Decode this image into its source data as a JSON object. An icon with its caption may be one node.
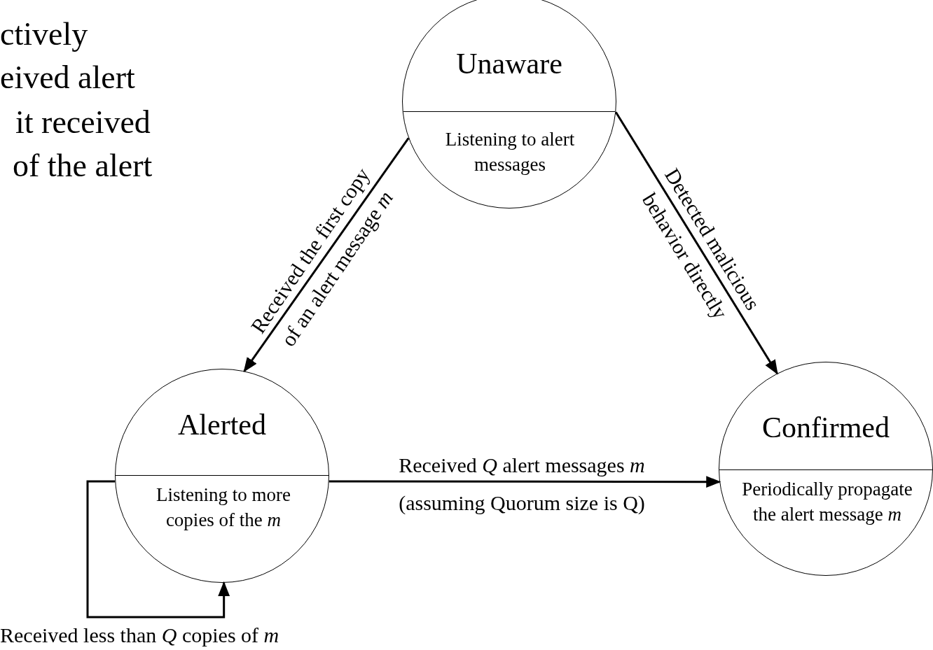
{
  "diagram": {
    "nodes": [
      {
        "text": [
          "Unaware",
          "Listening to alert messages"
        ]
      },
      {
        "text": [
          "Alerted",
          "Listening to more copies of the *m*"
        ]
      },
      {
        "text": [
          "Confirmed",
          "Periodically propagate the alert message *m*"
        ]
      }
    ],
    "edges": [
      {
        "from": 0,
        "to": 1,
        "arrow": "to",
        "label": "Received the first copy of an alert message *m*"
      },
      {
        "from": 0,
        "to": 2,
        "arrow": "to",
        "label": "Detected malicious behavior directly"
      },
      {
        "from": 1,
        "to": 2,
        "arrow": "to",
        "label": "Received *Q* alert messages *m* (assuming Quorum size is Q)"
      },
      {
        "from": 1,
        "to": 1,
        "arrow": "to",
        "label": "Received less than *Q* copies of *m*"
      }
    ],
    "labels": [
      "ctively",
      "eived alert",
      "it received",
      "of the alert"
    ]
  }
}
